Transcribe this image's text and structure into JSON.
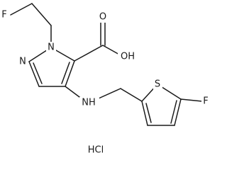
{
  "structure": {
    "atoms": {
      "fluorine_1": "F",
      "pyrazole_n1": "N",
      "pyrazole_n2": "N",
      "acid_oxygen": "O",
      "hydroxyl": "OH",
      "amine": "NH",
      "thiophene_sulfur": "S",
      "fluorine_2": "F"
    },
    "salt": "HCl"
  }
}
